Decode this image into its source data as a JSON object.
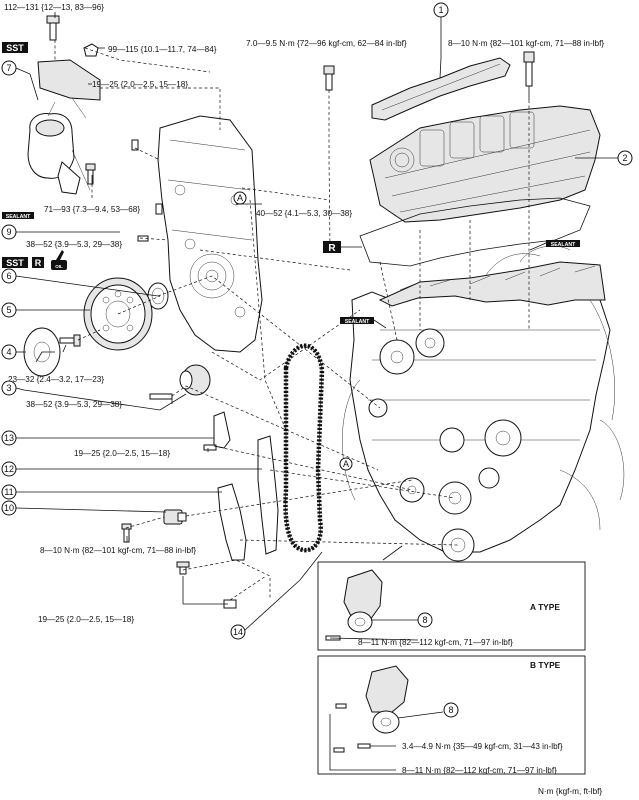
{
  "torque_labels": {
    "t1": "112—131 {12—13, 83—96}",
    "t2": "99—115 {10.1—11.7, 74—84}",
    "t3": "19—25 {2.0—2.5, 15—18}",
    "t4": "7.0—9.5 N·m {72—96 kgf-cm, 62—84 in-lbf}",
    "t5": "8—10 N·m {82—101 kgf-cm, 71—88 in-lbf}",
    "t6": "71—93 {7.3—9.4, 53—68}",
    "t7": "40—52 {4.1—5.3, 30—38}",
    "t8": "38—52 {3.9—5.3, 29—38}",
    "t9": "23—32 {2.4—3.2, 17—23}",
    "t10": "38—52 {3.9—5.3, 29—38}",
    "t11": "19—25 {2.0—2.5, 15—18}",
    "t12": "8—10 N·m {82—101 kgf-cm, 71—88 in-lbf}",
    "t13": "19—25 {2.0—2.5, 15—18}",
    "t14": "8—11 N·m {82—112 kgf-cm, 71—97 in-lbf}",
    "t15": "3.4—4.9 N·m {35—49 kgf-cm, 31—43 in-lbf}",
    "t16": "8—11 N·m {82—112 kgf-cm, 71—97 in-lbf}"
  },
  "callouts": [
    "1",
    "2",
    "3",
    "4",
    "5",
    "6",
    "7",
    "8",
    "9",
    "10",
    "11",
    "12",
    "13",
    "14",
    "8"
  ],
  "badges": {
    "sst": "SST",
    "sealant": "SEALANT",
    "r": "R",
    "oil": "OIL",
    "ref_a": "A"
  },
  "types": {
    "a_type": "A TYPE",
    "b_type": "B TYPE"
  },
  "unit_note": "N·m {kgf-m, ft-lbf}"
}
